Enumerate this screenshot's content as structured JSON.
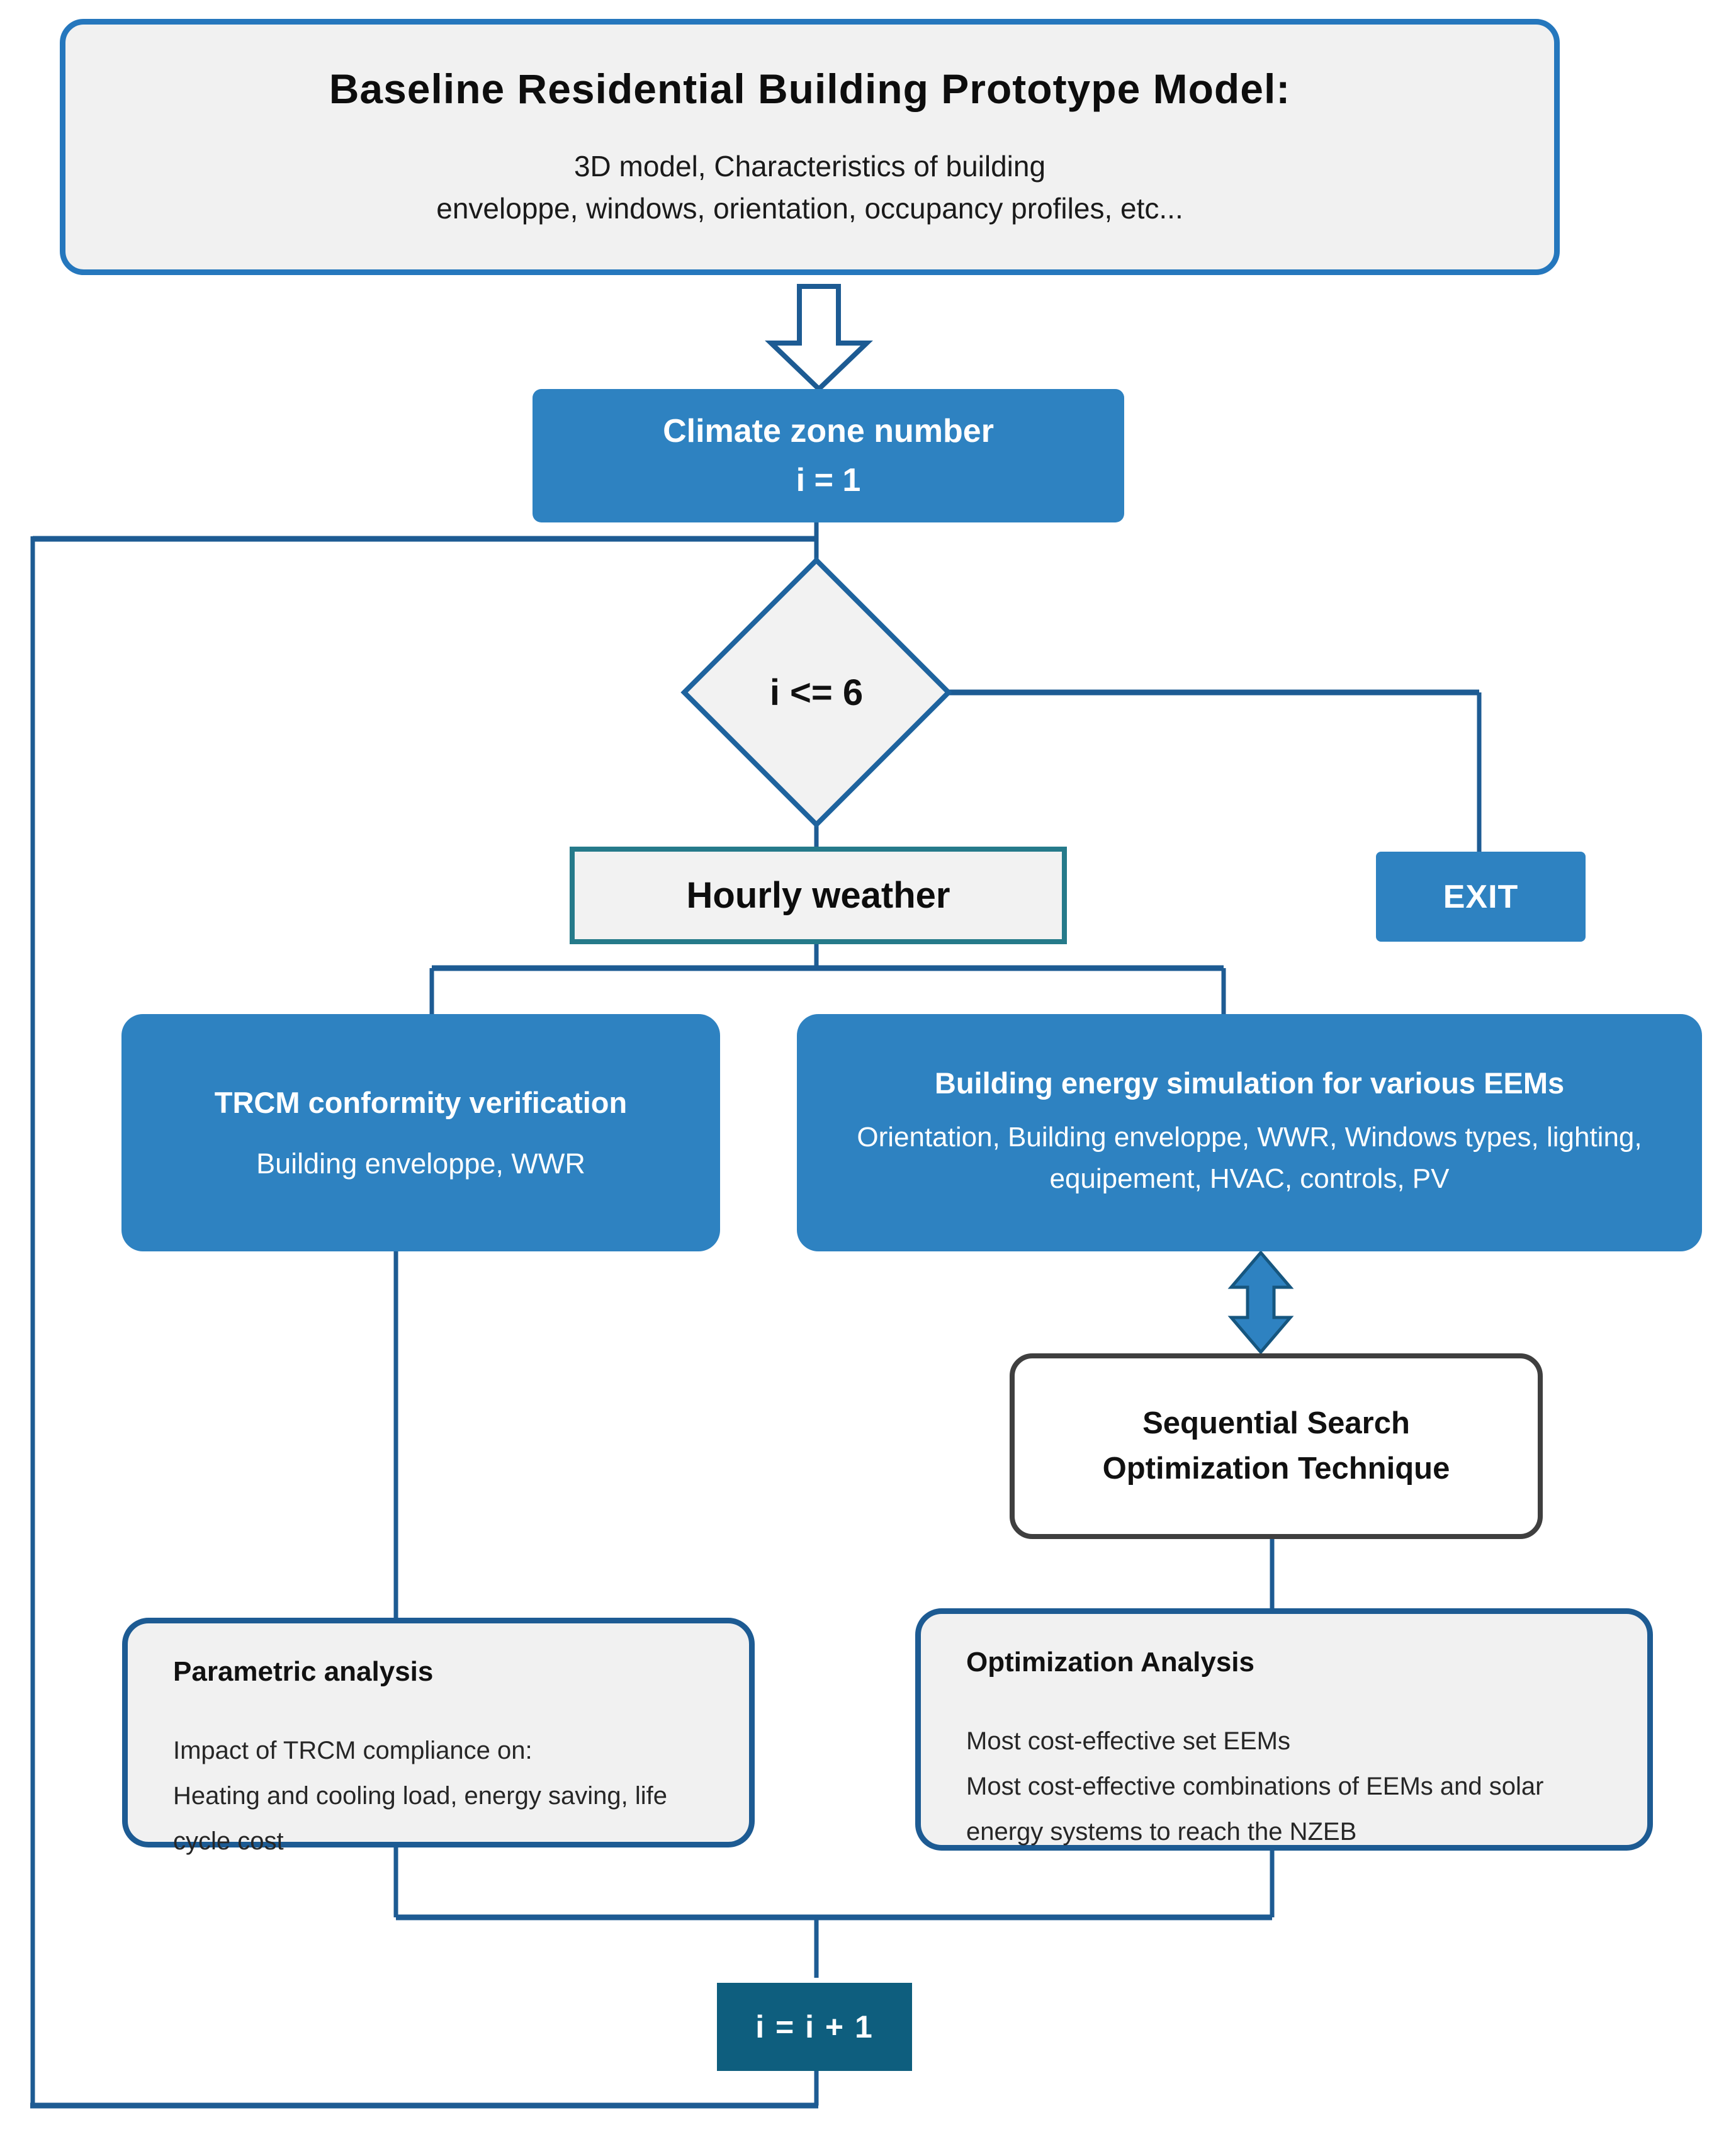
{
  "diagram_title": "NZEB residential building simulation workflow flowchart",
  "colors": {
    "node_blue": "#2e82c1",
    "line_navy": "#1d5b93",
    "increment_teal": "#0e5e7e",
    "hourly_border_teal": "#257a8a",
    "gray_fill": "#f1f1f1",
    "baseline_border_blue": "#2577bd",
    "sequential_border_gray": "#3f3f3f"
  },
  "nodes": {
    "baseline": {
      "title": "Baseline Residential Building Prototype Model:",
      "subtitle_line1": "3D model, Characteristics of building",
      "subtitle_line2": "enveloppe, windows, orientation, occupancy profiles, etc..."
    },
    "climate": {
      "line1": "Climate zone number",
      "line2": "i = 1"
    },
    "decision": {
      "label": "i <= 6"
    },
    "exit": {
      "label": "EXIT"
    },
    "hourly": {
      "label": "Hourly weather"
    },
    "trcm": {
      "title": "TRCM conformity verification",
      "subtitle": "Building enveloppe, WWR"
    },
    "simulation": {
      "title": "Building energy simulation for various EEMs",
      "body": "Orientation, Building enveloppe, WWR, Windows types, lighting, equipement, HVAC, controls, PV"
    },
    "sequential": {
      "line1": "Sequential Search",
      "line2": "Optimization Technique"
    },
    "parametric": {
      "title": "Parametric analysis",
      "body_line1": "Impact of TRCM compliance on:",
      "body_line2": "Heating and cooling load, energy saving, life cycle cost"
    },
    "optimization": {
      "title": "Optimization Analysis",
      "body_line1": "Most cost-effective set EEMs",
      "body_line2": "Most cost-effective combinations of EEMs and solar energy systems to reach the NZEB"
    },
    "increment": {
      "label": "i = i + 1"
    }
  }
}
